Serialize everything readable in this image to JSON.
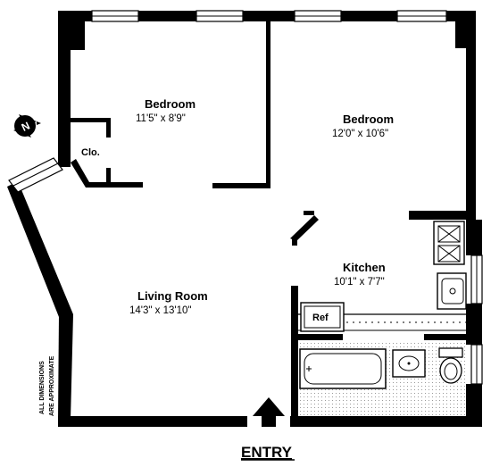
{
  "rooms": {
    "bedroom1": {
      "name": "Bedroom",
      "dims": "11'5\" x 8'9\""
    },
    "bedroom2": {
      "name": "Bedroom",
      "dims": "12'0\" x 10'6\""
    },
    "closet": {
      "name": "Clo."
    },
    "kitchen": {
      "name": "Kitchen",
      "dims": "10'1\" x 7'7\""
    },
    "living": {
      "name": "Living Room",
      "dims": "14'3\" x 13'10\""
    }
  },
  "fixtures": {
    "refrigerator": "Ref"
  },
  "notes": {
    "line1": "ALL DIMENSIONS",
    "line2": "ARE APPROXIMATE"
  },
  "entry": {
    "label": "ENTRY"
  },
  "compass": {
    "label": "N"
  }
}
